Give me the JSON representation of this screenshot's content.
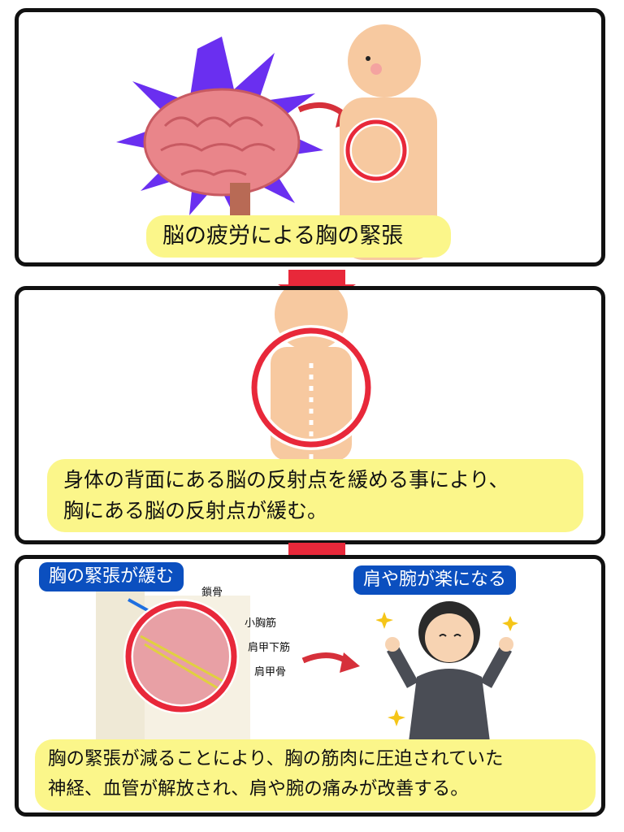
{
  "panel1": {
    "caption": "脳の疲労による胸の緊張"
  },
  "panel2": {
    "caption_lines": [
      "身体の背面にある脳の反射点を緩める事により、",
      "胸にある脳の反射点が緩む。"
    ]
  },
  "panel3": {
    "badge_left": "胸の緊張が緩む",
    "badge_right": "肩や腕が楽になる",
    "anatomy_labels": [
      "鎖骨",
      "小胸筋",
      "肩甲下筋",
      "肩甲骨"
    ],
    "caption_lines": [
      "胸の緊張が減ることにより、胸の筋肉に圧迫されていた",
      "神経、血管が解放され、肩や腕の痛みが改善する。"
    ]
  },
  "colors": {
    "accent_red": "#e8283a",
    "caption_bg": "#fbf68a",
    "badge_blue": "#0b4fbf",
    "skin": "#f7c9a0"
  }
}
